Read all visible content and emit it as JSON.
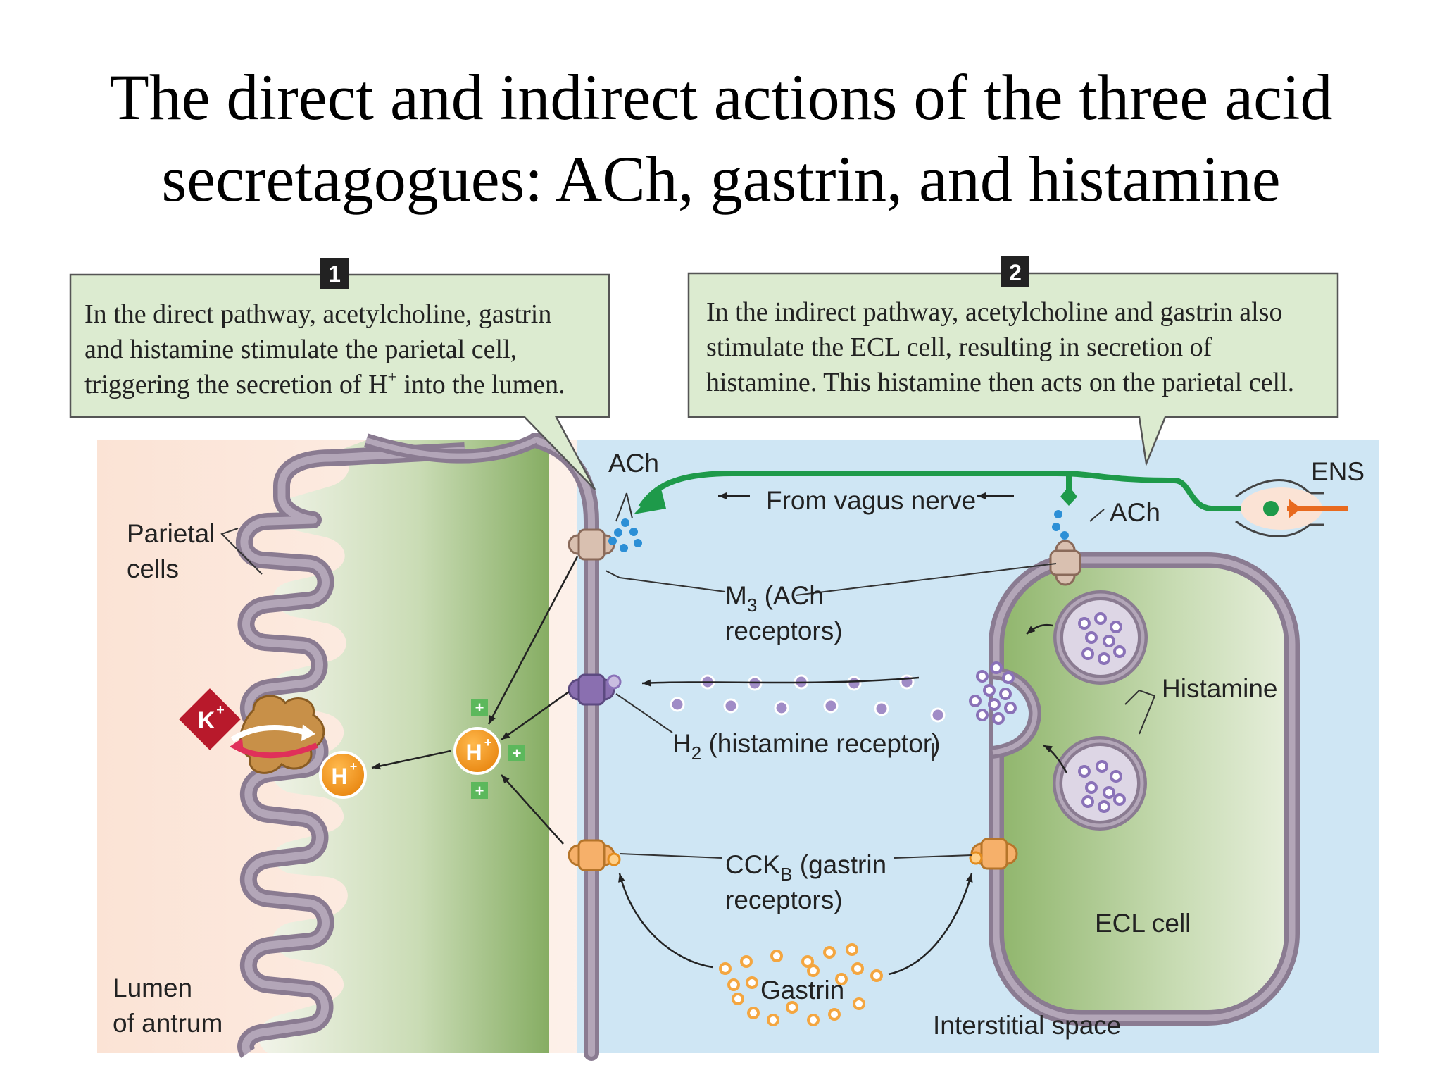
{
  "title": {
    "line1": "The direct and indirect actions of the three acid",
    "line2": "secretagogues: ACh, gastrin, and histamine"
  },
  "callouts": [
    {
      "number": "1",
      "lines": [
        "In the direct pathway, acetylcholine, gastrin",
        "and histamine stimulate the parietal cell,",
        "triggering the secretion of H",
        "+",
        " into the lumen."
      ]
    },
    {
      "number": "2",
      "lines": [
        "In the indirect pathway, acetylcholine and gastrin also",
        "stimulate the ECL cell, resulting in secretion of",
        "histamine. This histamine then acts on the parietal cell."
      ]
    }
  ],
  "labels": {
    "parietal_cells_1": "Parietal",
    "parietal_cells_2": "cells",
    "lumen_1": "Lumen",
    "lumen_2": "of antrum",
    "ach_left": "ACh",
    "ach_right": "ACh",
    "vagus": "From vagus nerve",
    "ens": "ENS",
    "m3_a": "M",
    "m3_sub": "3",
    "m3_b": " (ACh",
    "m3_c": "receptors)",
    "h2_a": "H",
    "h2_sub": "2",
    "h2_b": " (histamine receptor)",
    "cckb_a": "CCK",
    "cckb_sub": "B",
    "cckb_b": " (gastrin",
    "cckb_c": "receptors)",
    "gastrin": "Gastrin",
    "histamine": "Histamine",
    "ecl_cell": "ECL cell",
    "interstitial": "Interstitial space",
    "k_ion": "K",
    "h_ion": "H",
    "plus_sign": "+"
  },
  "colors": {
    "lumen_bg": "#fbe6da",
    "interstitial_bg": "#cfe6f4",
    "cell_green": "#8db56a",
    "membrane": "#a596ab",
    "membrane_dark": "#8a7b91",
    "nerve_green": "#1e9a4a",
    "ens_orange": "#e86a1f",
    "callout_fill": "#dcebd0",
    "h_ion_orange": "#f0931e",
    "k_ion_red": "#b8192b",
    "pump_tan": "#c89048",
    "ach_blue": "#2c8fd6",
    "histamine_purple": "#8a72b8",
    "gastrin_orange": "#f4a640",
    "plus_green": "#5cb85c"
  },
  "icons": [
    "arrow-icon",
    "receptor-icon",
    "pump-icon",
    "vesicle-icon",
    "neuron-icon"
  ]
}
